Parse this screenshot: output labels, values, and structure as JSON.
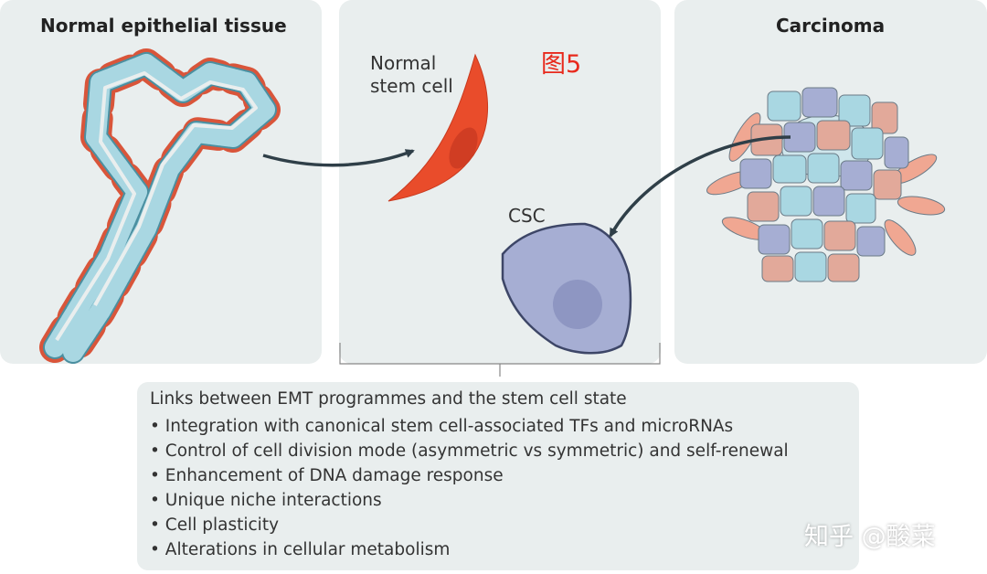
{
  "panels": {
    "left_title": "Normal epithelial tissue",
    "right_title": "Carcinoma"
  },
  "labels": {
    "normal_stem_cell_line1": "Normal",
    "normal_stem_cell_line2": "stem cell",
    "csc": "CSC",
    "figure_tag": "图5"
  },
  "summary": {
    "title": "Links between EMT programmes and the stem cell state",
    "items": [
      "Integration with canonical stem cell-associated TFs and microRNAs",
      "Control of cell division mode (asymmetric vs symmetric) and self-renewal",
      "Enhancement of DNA damage response",
      "Unique niche interactions",
      "Cell plasticity",
      "Alterations in cellular metabolism"
    ]
  },
  "watermark": "知乎 @酸菜",
  "colors": {
    "panel_bg": "#e9eeee",
    "epithelial_cell": "#a9d7e2",
    "stromal_cell": "#e2553a",
    "csc_cell": "#a6aed3",
    "arrow": "#2f3f48",
    "figure_tag": "#e8291c"
  }
}
